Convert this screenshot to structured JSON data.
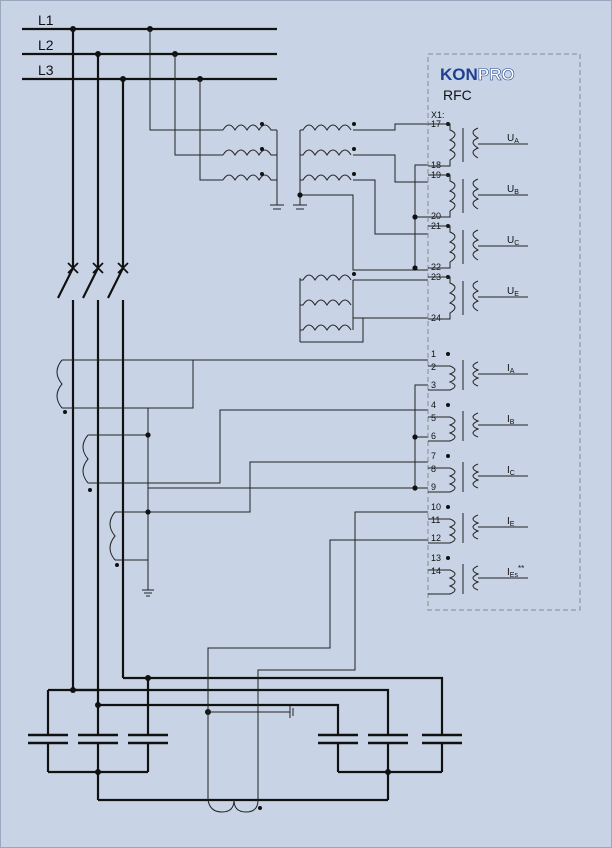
{
  "lines": {
    "l1": "L1",
    "l2": "L2",
    "l3": "L3"
  },
  "device": {
    "brand_kon": "KON",
    "brand_pro": "PRO",
    "model": "RFC",
    "terminal_block": "X1:",
    "brand_colors": {
      "kon": "#1f3f8f",
      "pro": "#ffffff"
    }
  },
  "voltage_inputs": [
    {
      "t1": "17",
      "t2": "18",
      "label": "U",
      "sub": "A"
    },
    {
      "t1": "19",
      "t2": "20",
      "label": "U",
      "sub": "B"
    },
    {
      "t1": "21",
      "t2": "22",
      "label": "U",
      "sub": "C"
    },
    {
      "t1": "23",
      "t2": "24",
      "label": "U",
      "sub": "E"
    }
  ],
  "current_inputs": [
    {
      "t1": "1",
      "t2": "2",
      "t3": "3",
      "label": "I",
      "sub": "A",
      "sup": ""
    },
    {
      "t1": "4",
      "t2": "5",
      "t3": "6",
      "label": "I",
      "sub": "B",
      "sup": ""
    },
    {
      "t1": "7",
      "t2": "8",
      "t3": "9",
      "label": "I",
      "sub": "C",
      "sup": ""
    },
    {
      "t1": "10",
      "t2": "11",
      "t3": "12",
      "label": "I",
      "sub": "E",
      "sup": ""
    },
    {
      "t1": "13",
      "t2": "14",
      "t3": "",
      "label": "I",
      "sub": "Es",
      "sup": "**"
    }
  ],
  "colors": {
    "background": "#c8d4e6",
    "wire": "#111111",
    "device_border": "#8a8a8a"
  }
}
